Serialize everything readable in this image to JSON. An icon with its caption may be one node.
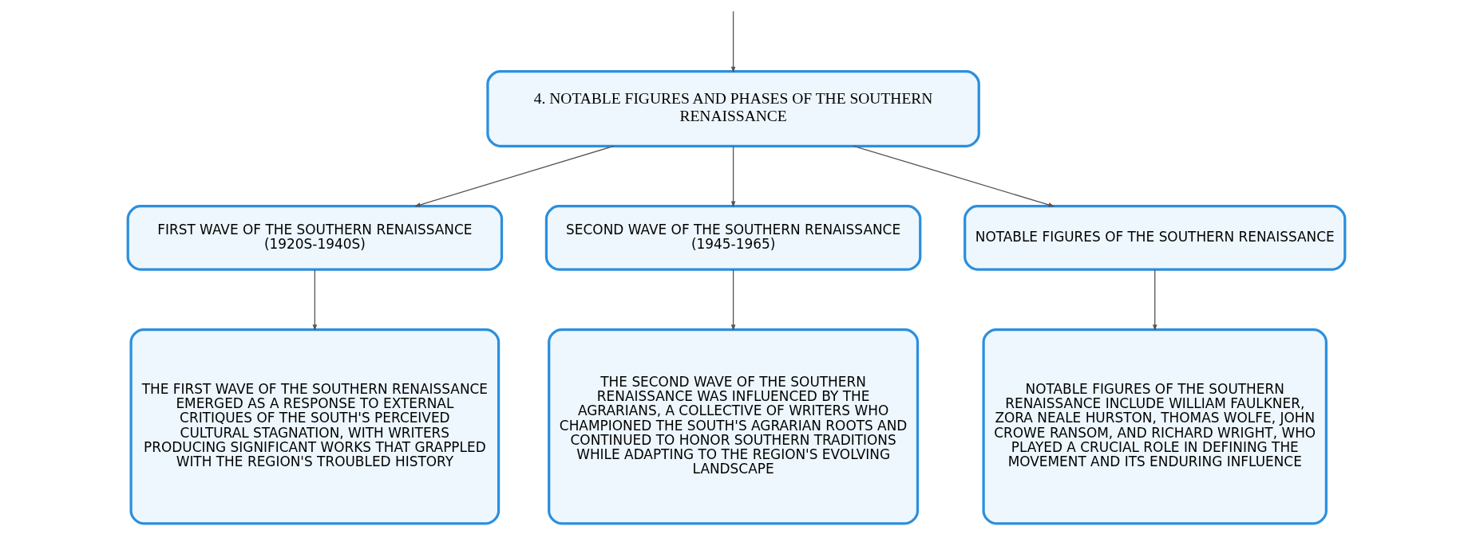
{
  "diagram": {
    "nodes": [
      {
        "text": [
          "4. NOTABLE FIGURES AND PHASES OF THE SOUTHERN RENAISSANCE"
        ]
      },
      {
        "text": [
          "FIRST WAVE OF THE SOUTHERN RENAISSANCE (1920S-1940S)"
        ]
      },
      {
        "text": [
          "SECOND WAVE OF THE SOUTHERN RENAISSANCE (1945-1965)"
        ]
      },
      {
        "text": [
          "NOTABLE FIGURES OF THE SOUTHERN RENAISSANCE"
        ]
      },
      {
        "text": [
          "THE FIRST WAVE OF THE SOUTHERN RENAISSANCE EMERGED AS A RESPONSE TO EXTERNAL CRITIQUES OF THE SOUTH'S PERCEIVED CULTURAL STAGNATION, WITH WRITERS PRODUCING SIGNIFICANT WORKS THAT GRAPPLED WITH THE REGION'S TROUBLED HISTORY"
        ]
      },
      {
        "text": [
          "THE SECOND WAVE OF THE SOUTHERN RENAISSANCE WAS INFLUENCED BY THE AGRARIANS, A COLLECTIVE OF WRITERS WHO CHAMPIONED THE SOUTH'S AGRARIAN ROOTS AND CONTINUED TO HONOR SOUTHERN TRADITIONS WHILE ADAPTING TO THE REGION'S EVOLVING LANDSCAPE"
        ]
      },
      {
        "text": [
          "NOTABLE FIGURES OF THE SOUTHERN RENAISSANCE INCLUDE WILLIAM FAULKNER, ZORA NEALE HURSTON, THOMAS WOLFE, JOHN CROWE RANSOM, AND RICHARD WRIGHT, WHO PLAYED A CRUCIAL ROLE IN DEFINING THE MOVEMENT AND ITS ENDURING INFLUENCE"
        ]
      }
    ],
    "edges": [
      {
        "from": null,
        "to": 0,
        "arrow": "to"
      },
      {
        "from": 0,
        "to": 1,
        "arrow": "to"
      },
      {
        "from": 0,
        "to": 2,
        "arrow": "to"
      },
      {
        "from": 0,
        "to": 3,
        "arrow": "to"
      },
      {
        "from": 1,
        "to": 4,
        "arrow": "to"
      },
      {
        "from": 2,
        "to": 5,
        "arrow": "to"
      },
      {
        "from": 3,
        "to": 6,
        "arrow": "to"
      }
    ]
  }
}
